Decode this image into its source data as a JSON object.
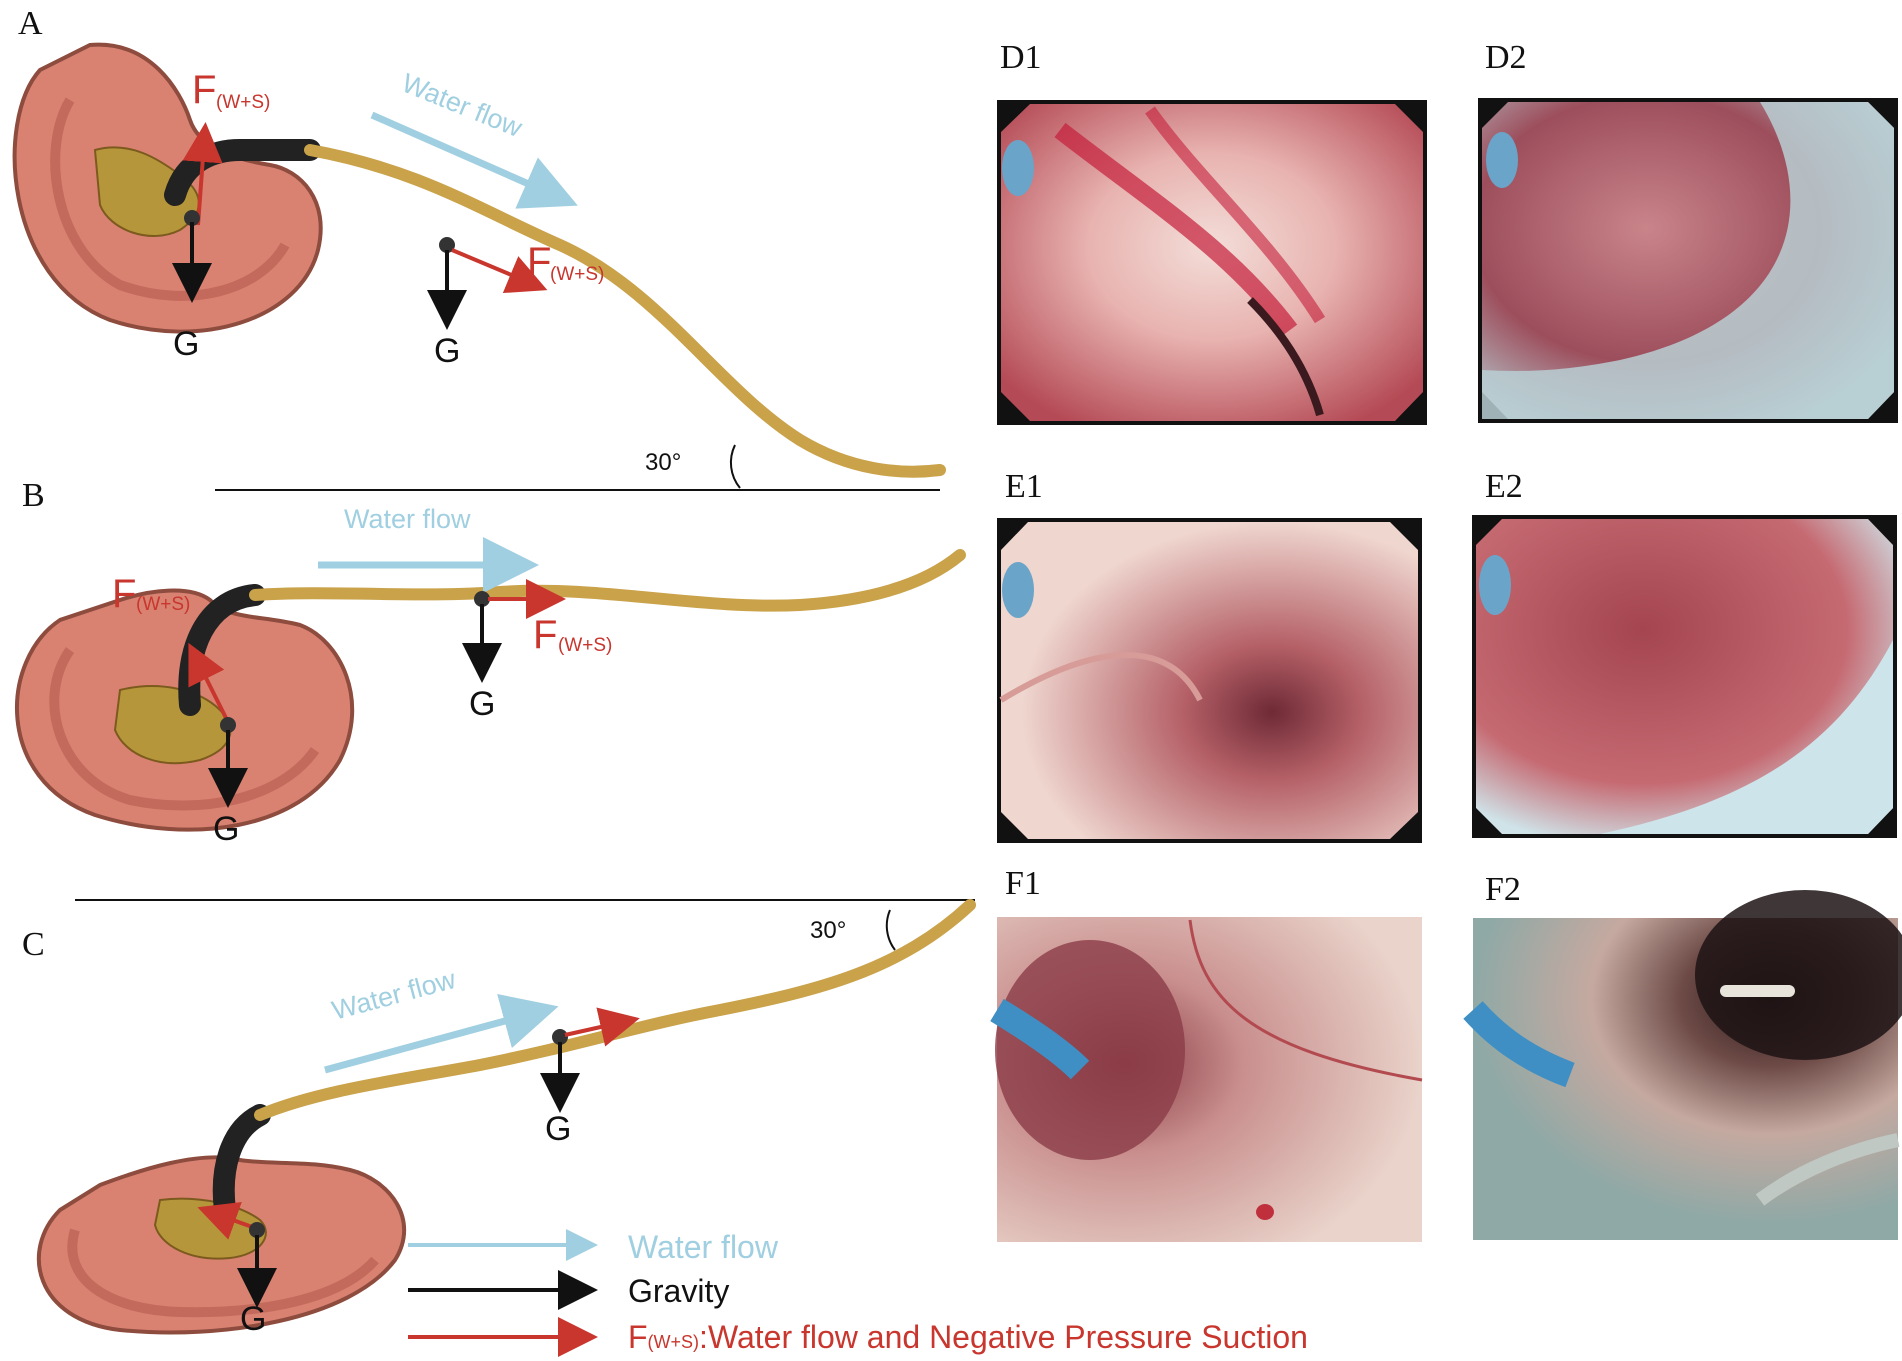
{
  "panels": {
    "a": "A",
    "b": "B",
    "c": "C",
    "d1": "D1",
    "d2": "D2",
    "e1": "E1",
    "e2": "E2",
    "f1": "F1",
    "f2": "F2"
  },
  "labels": {
    "gravity": "G",
    "force_main": "F",
    "force_sub": "(W+S)",
    "water_flow": "Water flow",
    "angle": "30°"
  },
  "legend": {
    "water_flow": "Water flow",
    "gravity": "Gravity",
    "force_main": "F",
    "force_sub": "(W+S)",
    "force_desc": ":Water flow and Negative Pressure Suction"
  },
  "colors": {
    "water_flow": "#9fcfe0",
    "gravity": "#111111",
    "force": "#c8362d",
    "tube": "#c9a24a",
    "kidney": "#d98272"
  }
}
